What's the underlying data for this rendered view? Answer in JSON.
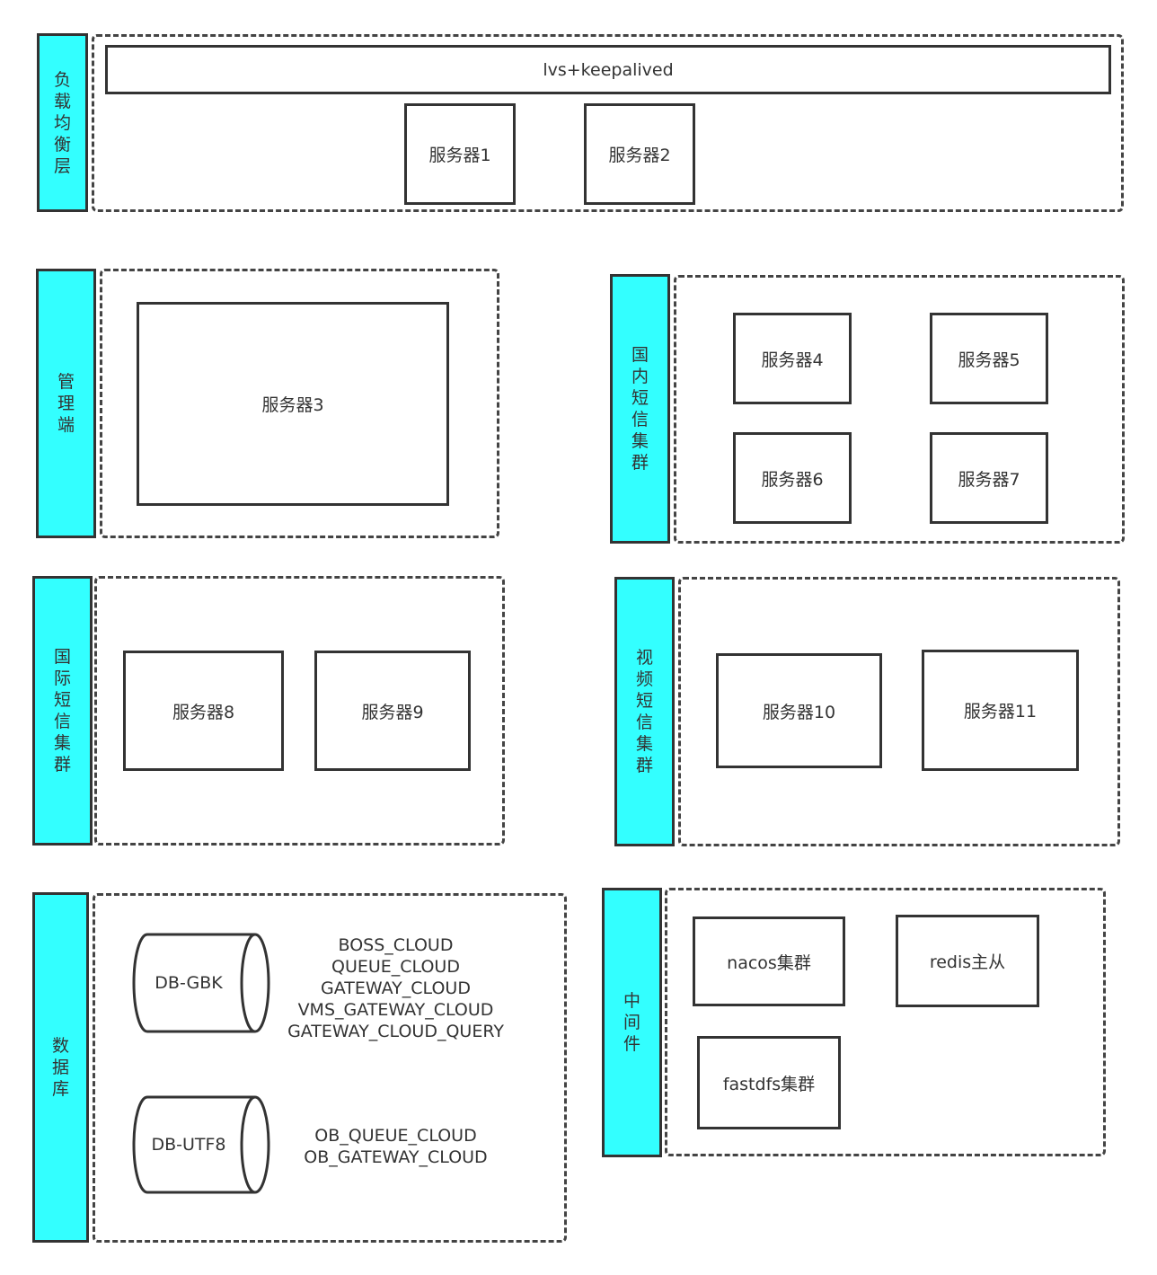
{
  "sections": {
    "load_balancer": {
      "label": "负载均衡层",
      "bar": "lvs+keepalived",
      "servers": [
        "服务器1",
        "服务器2"
      ]
    },
    "admin": {
      "label": "管理端",
      "servers": [
        "服务器3"
      ]
    },
    "domestic_sms": {
      "label": "国内短信集群",
      "servers": [
        "服务器4",
        "服务器5",
        "服务器6",
        "服务器7"
      ]
    },
    "international_sms": {
      "label": "国际短信集群",
      "servers": [
        "服务器8",
        "服务器9"
      ]
    },
    "video_sms": {
      "label": "视频短信集群",
      "servers": [
        "服务器10",
        "服务器11"
      ]
    },
    "database": {
      "label": "数据库",
      "dbs": [
        {
          "name": "DB-GBK",
          "schemas": [
            "BOSS_CLOUD",
            "QUEUE_CLOUD",
            "GATEWAY_CLOUD",
            "VMS_GATEWAY_CLOUD",
            "GATEWAY_CLOUD_QUERY"
          ]
        },
        {
          "name": "DB-UTF8",
          "schemas": [
            "OB_QUEUE_CLOUD",
            "OB_GATEWAY_CLOUD"
          ]
        }
      ]
    },
    "middleware": {
      "label": "中间件",
      "items": [
        "nacos集群",
        "redis主从",
        "fastdfs集群"
      ]
    }
  }
}
